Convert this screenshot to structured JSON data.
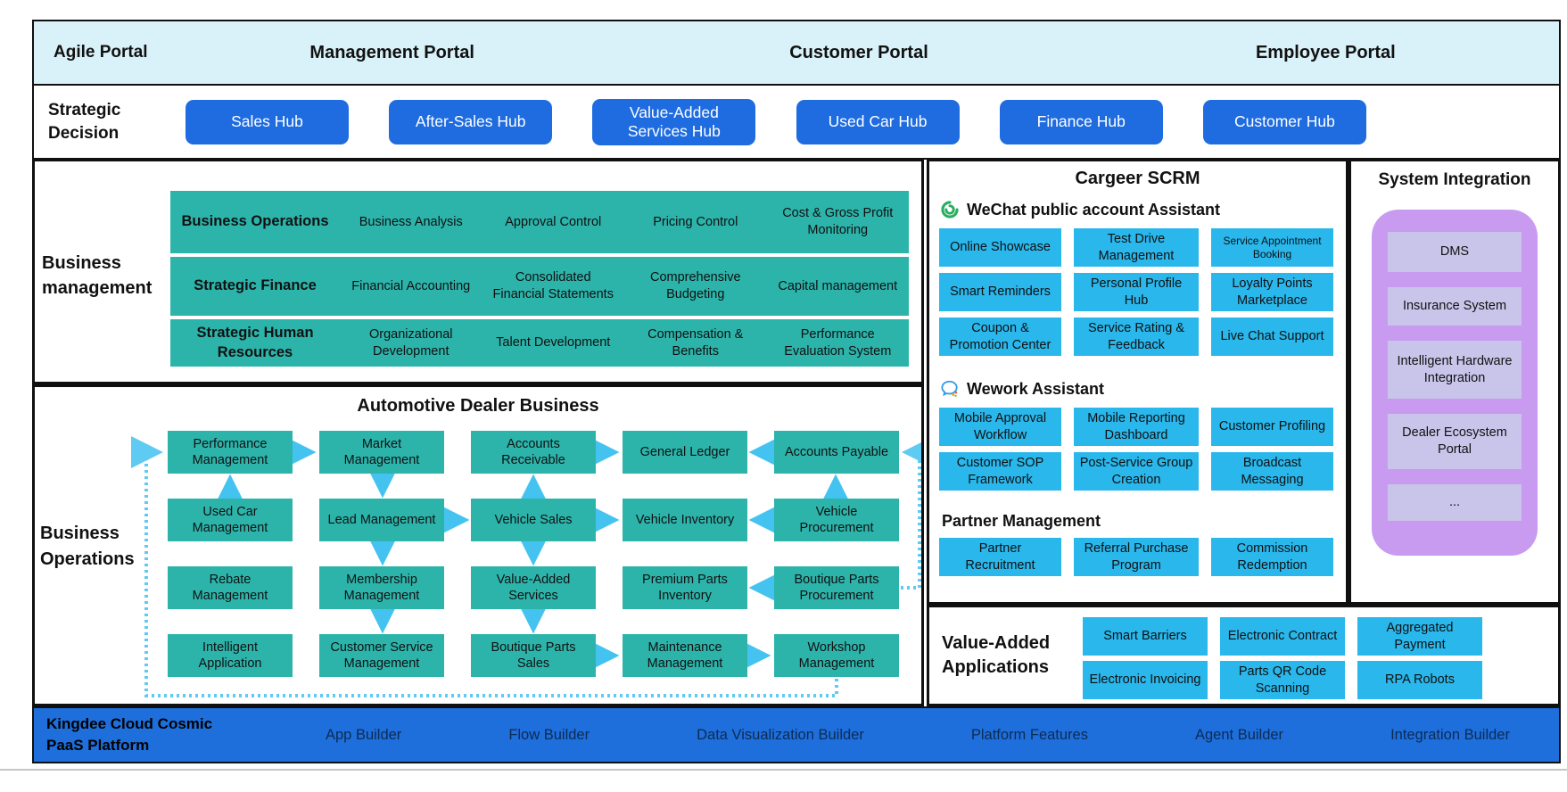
{
  "header": {
    "agile_portal": "Agile Portal",
    "portals": [
      "Management Portal",
      "Customer Portal",
      "Employee Portal"
    ]
  },
  "strategic": {
    "label": "Strategic Decision",
    "hubs": [
      "Sales Hub",
      "After-Sales Hub",
      "Value-Added Services Hub",
      "Used Car Hub",
      "Finance Hub",
      "Customer Hub"
    ]
  },
  "business_management": {
    "label": "Business management",
    "rows": [
      {
        "title": "Business Operations",
        "items": [
          "Business Analysis",
          "Approval Control",
          "Pricing Control",
          "Cost & Gross Profit Monitoring"
        ]
      },
      {
        "title": "Strategic Finance",
        "items": [
          "Financial Accounting",
          "Consolidated Financial Statements",
          "Comprehensive Budgeting",
          "Capital management"
        ]
      },
      {
        "title": "Strategic Human Resources",
        "items": [
          "Organizational Development",
          "Talent Development",
          "Compensation & Benefits",
          "Performance Evaluation System"
        ]
      }
    ]
  },
  "automotive": {
    "title": "Automotive Dealer Business",
    "side_label": "Business Operations",
    "grid": [
      [
        "Performance Management",
        "Market Management",
        "Accounts Receivable",
        "General Ledger",
        "Accounts Payable"
      ],
      [
        "Used Car Management",
        "Lead Management",
        "Vehicle Sales",
        "Vehicle Inventory",
        "Vehicle Procurement"
      ],
      [
        "Rebate Management",
        "Membership Management",
        "Value-Added Services",
        "Premium Parts Inventory",
        "Boutique Parts Procurement"
      ],
      [
        "Intelligent Application",
        "Customer Service Management",
        "Boutique Parts Sales",
        "Maintenance Management",
        "Workshop Management"
      ]
    ]
  },
  "scrm": {
    "title": "Cargeer SCRM",
    "wechat_title": "WeChat public account Assistant",
    "wechat_items": [
      "Online Showcase",
      "Test Drive Management",
      "Service Appointment Booking",
      "Smart Reminders",
      "Personal Profile Hub",
      "Loyalty Points Marketplace",
      "Coupon & Promotion Center",
      "Service Rating & Feedback",
      "Live Chat Support"
    ],
    "wework_title": "Wework Assistant",
    "wework_items": [
      "Mobile Approval Workflow",
      "Mobile Reporting Dashboard",
      "Customer Profiling",
      "Customer SOP Framework",
      "Post-Service Group Creation",
      "Broadcast Messaging"
    ],
    "partner_title": "Partner Management",
    "partner_items": [
      "Partner Recruitment",
      "Referral Purchase Program",
      "Commission Redemption"
    ]
  },
  "system_integration": {
    "title": "System Integration",
    "items": [
      "DMS",
      "Insurance System",
      "Intelligent Hardware Integration",
      "Dealer Ecosystem Portal",
      "..."
    ]
  },
  "value_added": {
    "label": "Value-Added Applications",
    "items": [
      "Smart Barriers",
      "Electronic Contract",
      "Aggregated Payment",
      "Electronic Invoicing",
      "Parts QR Code Scanning",
      "RPA  Robots"
    ]
  },
  "footer": {
    "brand": "Kingdee Cloud Cosmic PaaS Platform",
    "items": [
      "App Builder",
      "Flow Builder",
      "Data Visualization Builder",
      "Platform Features",
      "Agent Builder",
      "Integration Builder"
    ]
  },
  "icons": {
    "wechat": "wechat-icon",
    "wework": "wework-icon"
  },
  "colors": {
    "hub_blue": "#1e6ce0",
    "teal": "#2cb4ab",
    "cyan": "#29b7ec",
    "header_bg": "#d9f1f8",
    "footer_blue": "#1e6fdb",
    "purple": "#c89bf0",
    "purple_inner": "#c9c4e9",
    "arrow": "#45c3f0"
  }
}
